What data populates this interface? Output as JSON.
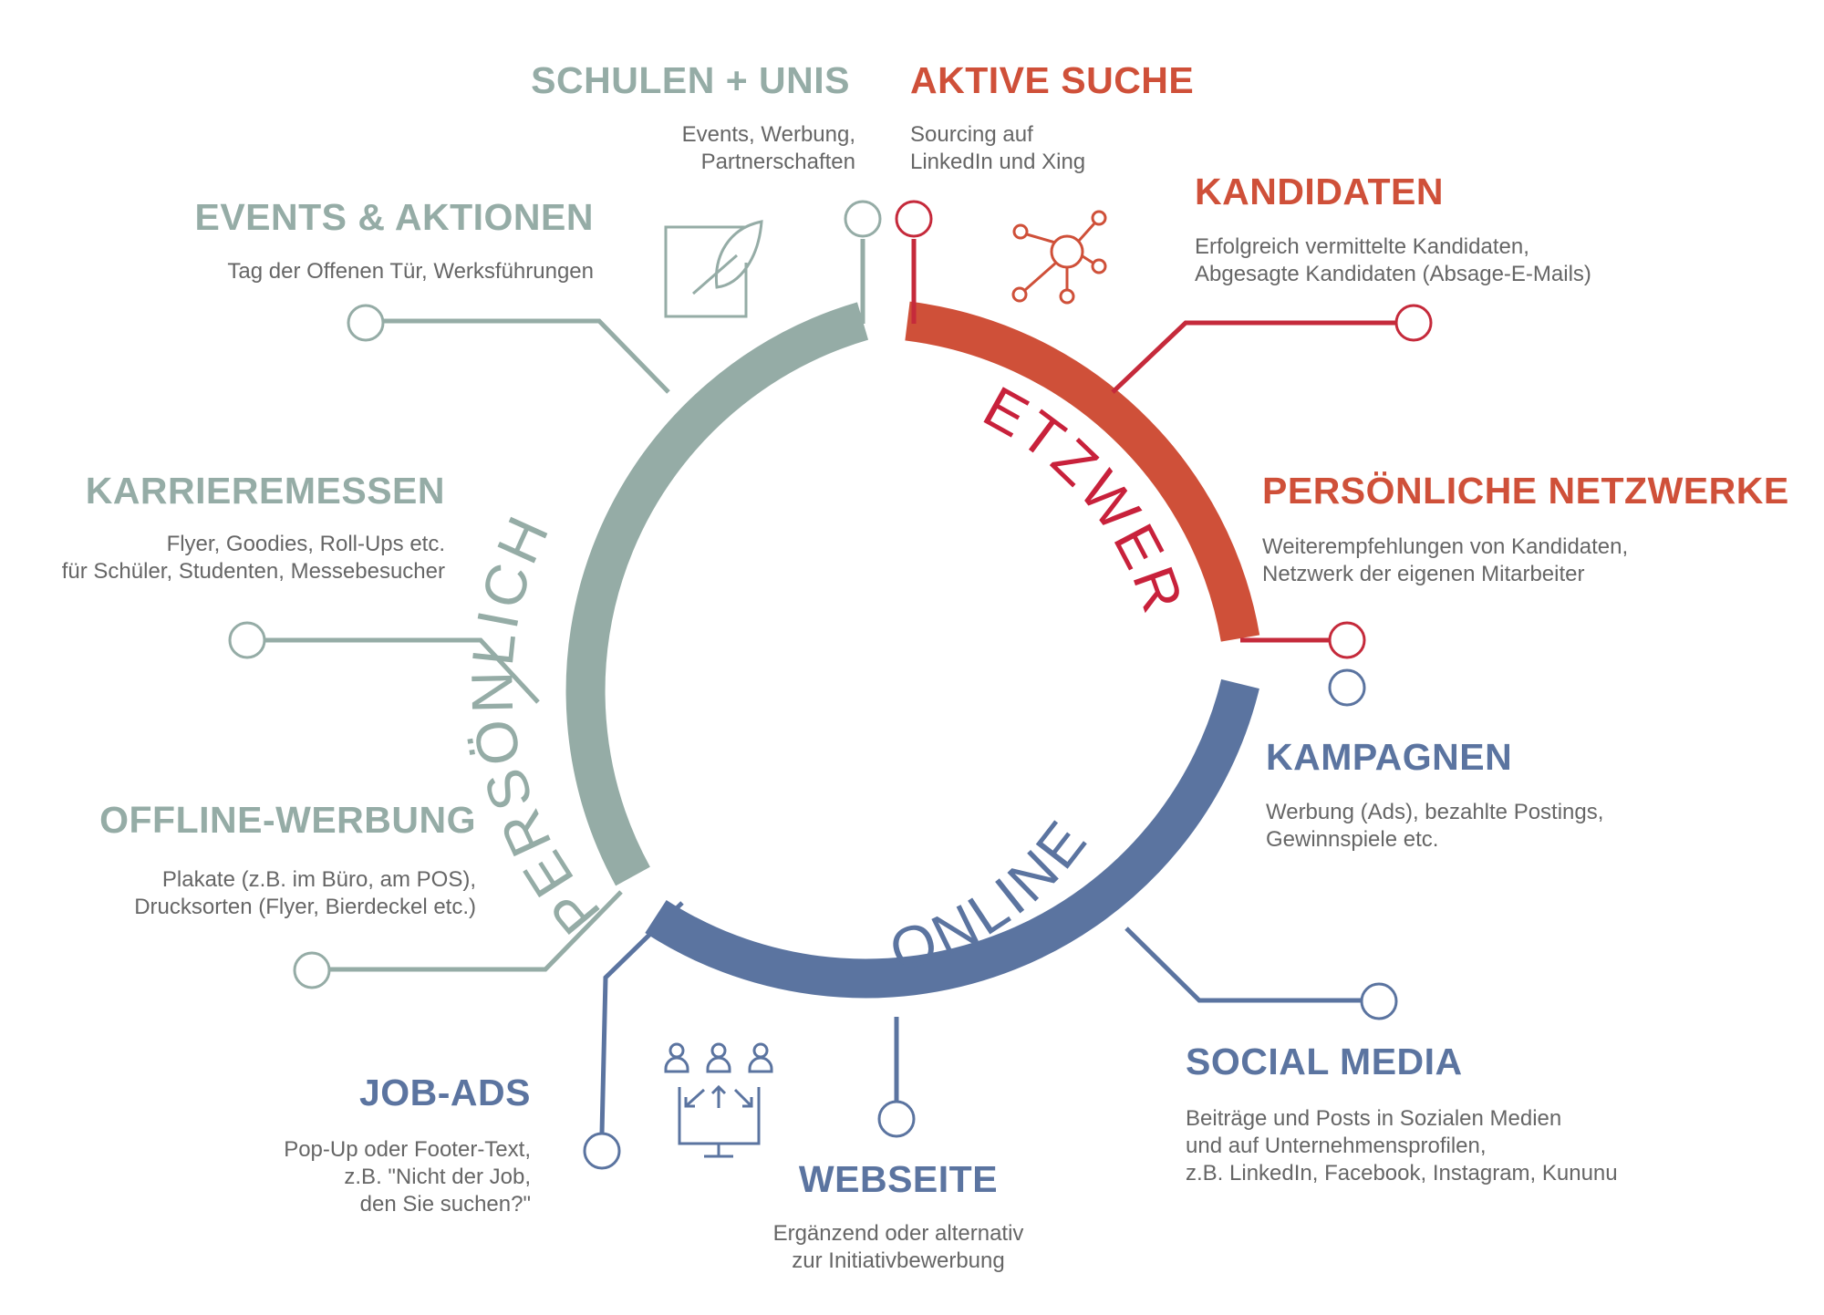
{
  "colors": {
    "persoenlich": "#95aca6",
    "netzwerk": "#cf5039",
    "netzwerk_text": "#c8213b",
    "netzwerk_lines": "#c52a3b",
    "online": "#5b74a0",
    "body_text": "#666666"
  },
  "ring_labels": {
    "persoenlich": "PERSÖNLICH",
    "netzwerk": "NETZWERK",
    "online": "ONLINE"
  },
  "items": {
    "schulen": {
      "title": "SCHULEN + UNIS",
      "lines": [
        "Events, Werbung,",
        "Partnerschaften"
      ]
    },
    "aktive_suche": {
      "title": "AKTIVE SUCHE",
      "lines": [
        "Sourcing auf",
        "LinkedIn und Xing"
      ]
    },
    "events": {
      "title": "EVENTS & AKTIONEN",
      "lines": [
        "Tag der Offenen Tür, Werksführungen"
      ]
    },
    "kandidaten": {
      "title": "KANDIDATEN",
      "lines": [
        "Erfolgreich vermittelte Kandidaten,",
        "Abgesagte Kandidaten (Absage-E-Mails)"
      ]
    },
    "karrieremessen": {
      "title": "KARRIEREMESSEN",
      "lines": [
        "Flyer, Goodies, Roll-Ups etc.",
        "für Schüler, Studenten, Messebesucher"
      ]
    },
    "persoenliche_netzwerke": {
      "title": "PERSÖNLICHE NETZWERKE",
      "lines": [
        "Weiterempfehlungen von Kandidaten,",
        "Netzwerk der eigenen Mitarbeiter"
      ]
    },
    "offline_werbung": {
      "title": "OFFLINE-WERBUNG",
      "lines": [
        "Plakate (z.B. im Büro, am POS),",
        "Drucksorten (Flyer, Bierdeckel etc.)"
      ]
    },
    "kampagnen": {
      "title": "KAMPAGNEN",
      "lines": [
        "Werbung (Ads), bezahlte Postings,",
        "Gewinnspiele etc."
      ]
    },
    "job_ads": {
      "title": "JOB-ADS",
      "lines": [
        "Pop-Up oder Footer-Text,",
        "z.B. \"Nicht der Job,",
        "den Sie suchen?\""
      ]
    },
    "social_media": {
      "title": "SOCIAL MEDIA",
      "lines": [
        "Beiträge und Posts in Sozialen Medien",
        "und auf Unternehmensprofilen,",
        "z.B. LinkedIn, Facebook, Instagram, Kununu"
      ]
    },
    "webseite": {
      "title": "WEBSEITE",
      "lines": [
        "Ergänzend oder alternativ",
        "zur Initiativbewerbung"
      ]
    }
  },
  "icons": {
    "persoenlich": "pen-and-paper-icon",
    "netzwerk": "network-nodes-icon",
    "online": "people-monitor-icon"
  }
}
